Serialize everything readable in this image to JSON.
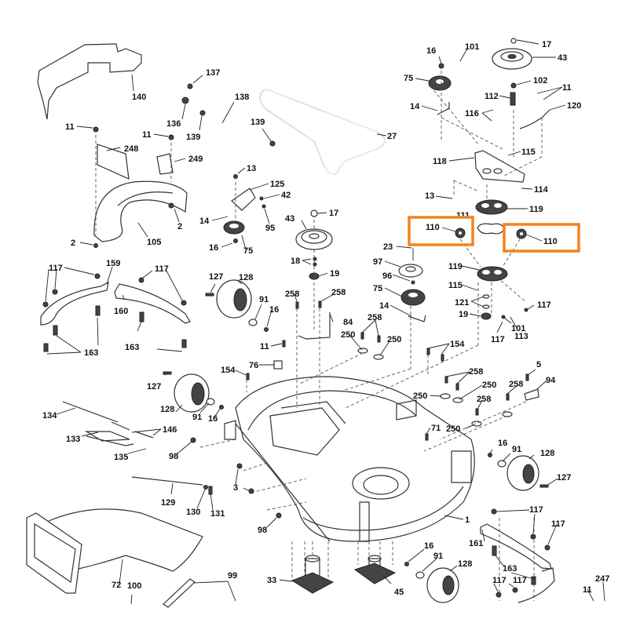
{
  "diagram": {
    "title": "Mower deck exploded parts diagram",
    "highlight_color": "#F5821F",
    "highlighted_part": "110",
    "labels": [
      {
        "id": "l140",
        "text": "140"
      },
      {
        "id": "l137",
        "text": "137"
      },
      {
        "id": "l136",
        "text": "136"
      },
      {
        "id": "l139a",
        "text": "139"
      },
      {
        "id": "l138",
        "text": "138"
      },
      {
        "id": "l139b",
        "text": "139"
      },
      {
        "id": "l27",
        "text": "27"
      },
      {
        "id": "l11a",
        "text": "11"
      },
      {
        "id": "l248",
        "text": "248"
      },
      {
        "id": "l11b",
        "text": "11"
      },
      {
        "id": "l249",
        "text": "249"
      },
      {
        "id": "l105",
        "text": "105"
      },
      {
        "id": "l2a",
        "text": "2"
      },
      {
        "id": "l2b",
        "text": "2"
      },
      {
        "id": "l13a",
        "text": "13"
      },
      {
        "id": "l125",
        "text": "125"
      },
      {
        "id": "l42",
        "text": "42"
      },
      {
        "id": "l14a",
        "text": "14"
      },
      {
        "id": "l95",
        "text": "95"
      },
      {
        "id": "l16a",
        "text": "16"
      },
      {
        "id": "l75a",
        "text": "75"
      },
      {
        "id": "l43a",
        "text": "43"
      },
      {
        "id": "l17a",
        "text": "17"
      },
      {
        "id": "l18",
        "text": "18"
      },
      {
        "id": "l19a",
        "text": "19"
      },
      {
        "id": "l16b",
        "text": "16"
      },
      {
        "id": "l101a",
        "text": "101"
      },
      {
        "id": "l17b",
        "text": "17"
      },
      {
        "id": "l43b",
        "text": "43"
      },
      {
        "id": "l75b",
        "text": "75"
      },
      {
        "id": "l102",
        "text": "102"
      },
      {
        "id": "l11c",
        "text": "11"
      },
      {
        "id": "l112",
        "text": "112"
      },
      {
        "id": "l120",
        "text": "120"
      },
      {
        "id": "l14b",
        "text": "14"
      },
      {
        "id": "l116",
        "text": "116"
      },
      {
        "id": "l115a",
        "text": "115"
      },
      {
        "id": "l118",
        "text": "118"
      },
      {
        "id": "l13b",
        "text": "13"
      },
      {
        "id": "l114",
        "text": "114"
      },
      {
        "id": "l119a",
        "text": "119"
      },
      {
        "id": "l111",
        "text": "111"
      },
      {
        "id": "l110a",
        "text": "110"
      },
      {
        "id": "l110b",
        "text": "110"
      },
      {
        "id": "l23",
        "text": "23"
      },
      {
        "id": "l97",
        "text": "97"
      },
      {
        "id": "l96",
        "text": "96"
      },
      {
        "id": "l75c",
        "text": "75"
      },
      {
        "id": "l14c",
        "text": "14"
      },
      {
        "id": "l119b",
        "text": "119"
      },
      {
        "id": "l115b",
        "text": "115"
      },
      {
        "id": "l121",
        "text": "121"
      },
      {
        "id": "l19b",
        "text": "19"
      },
      {
        "id": "l117a",
        "text": "117"
      },
      {
        "id": "l101b",
        "text": "101"
      },
      {
        "id": "l113",
        "text": "113"
      },
      {
        "id": "l117b",
        "text": "117"
      },
      {
        "id": "l117c",
        "text": "117"
      },
      {
        "id": "l159",
        "text": "159"
      },
      {
        "id": "l117d",
        "text": "117"
      },
      {
        "id": "l160",
        "text": "160"
      },
      {
        "id": "l163a",
        "text": "163"
      },
      {
        "id": "l163b",
        "text": "163"
      },
      {
        "id": "l127a",
        "text": "127"
      },
      {
        "id": "l128a",
        "text": "128"
      },
      {
        "id": "l91a",
        "text": "91"
      },
      {
        "id": "l16c",
        "text": "16"
      },
      {
        "id": "l258a",
        "text": "258"
      },
      {
        "id": "l258b",
        "text": "258"
      },
      {
        "id": "l84",
        "text": "84"
      },
      {
        "id": "l258c",
        "text": "258"
      },
      {
        "id": "l250a",
        "text": "250"
      },
      {
        "id": "l250b",
        "text": "250"
      },
      {
        "id": "l11d",
        "text": "11"
      },
      {
        "id": "l76",
        "text": "76"
      },
      {
        "id": "l154a",
        "text": "154"
      },
      {
        "id": "l154b",
        "text": "154"
      },
      {
        "id": "l258d",
        "text": "258"
      },
      {
        "id": "l250c",
        "text": "250"
      },
      {
        "id": "l250d",
        "text": "250"
      },
      {
        "id": "l258e",
        "text": "258"
      },
      {
        "id": "l258f",
        "text": "258"
      },
      {
        "id": "l250e",
        "text": "250"
      },
      {
        "id": "l5",
        "text": "5"
      },
      {
        "id": "l94",
        "text": "94"
      },
      {
        "id": "l71",
        "text": "71"
      },
      {
        "id": "l127b",
        "text": "127"
      },
      {
        "id": "l128b",
        "text": "128"
      },
      {
        "id": "l91b",
        "text": "91"
      },
      {
        "id": "l16d",
        "text": "16"
      },
      {
        "id": "l134",
        "text": "134"
      },
      {
        "id": "l146",
        "text": "146"
      },
      {
        "id": "l133",
        "text": "133"
      },
      {
        "id": "l135",
        "text": "135"
      },
      {
        "id": "l98a",
        "text": "98"
      },
      {
        "id": "l3",
        "text": "3"
      },
      {
        "id": "l129",
        "text": "129"
      },
      {
        "id": "l130",
        "text": "130"
      },
      {
        "id": "l131",
        "text": "131"
      },
      {
        "id": "l98b",
        "text": "98"
      },
      {
        "id": "l1",
        "text": "1"
      },
      {
        "id": "l72",
        "text": "72"
      },
      {
        "id": "l100",
        "text": "100"
      },
      {
        "id": "l99",
        "text": "99"
      },
      {
        "id": "l33",
        "text": "33"
      },
      {
        "id": "l45",
        "text": "45"
      },
      {
        "id": "l16e",
        "text": "16"
      },
      {
        "id": "l91c",
        "text": "91"
      },
      {
        "id": "l128c",
        "text": "128"
      },
      {
        "id": "l16f",
        "text": "16"
      },
      {
        "id": "l91d",
        "text": "91"
      },
      {
        "id": "l128d",
        "text": "128"
      },
      {
        "id": "l127c",
        "text": "127"
      },
      {
        "id": "l117e",
        "text": "117"
      },
      {
        "id": "l117f",
        "text": "117"
      },
      {
        "id": "l161",
        "text": "161"
      },
      {
        "id": "l163c",
        "text": "163"
      },
      {
        "id": "l117g",
        "text": "117"
      },
      {
        "id": "l117h",
        "text": "117"
      },
      {
        "id": "l247",
        "text": "247"
      },
      {
        "id": "l11e",
        "text": "11"
      }
    ]
  }
}
